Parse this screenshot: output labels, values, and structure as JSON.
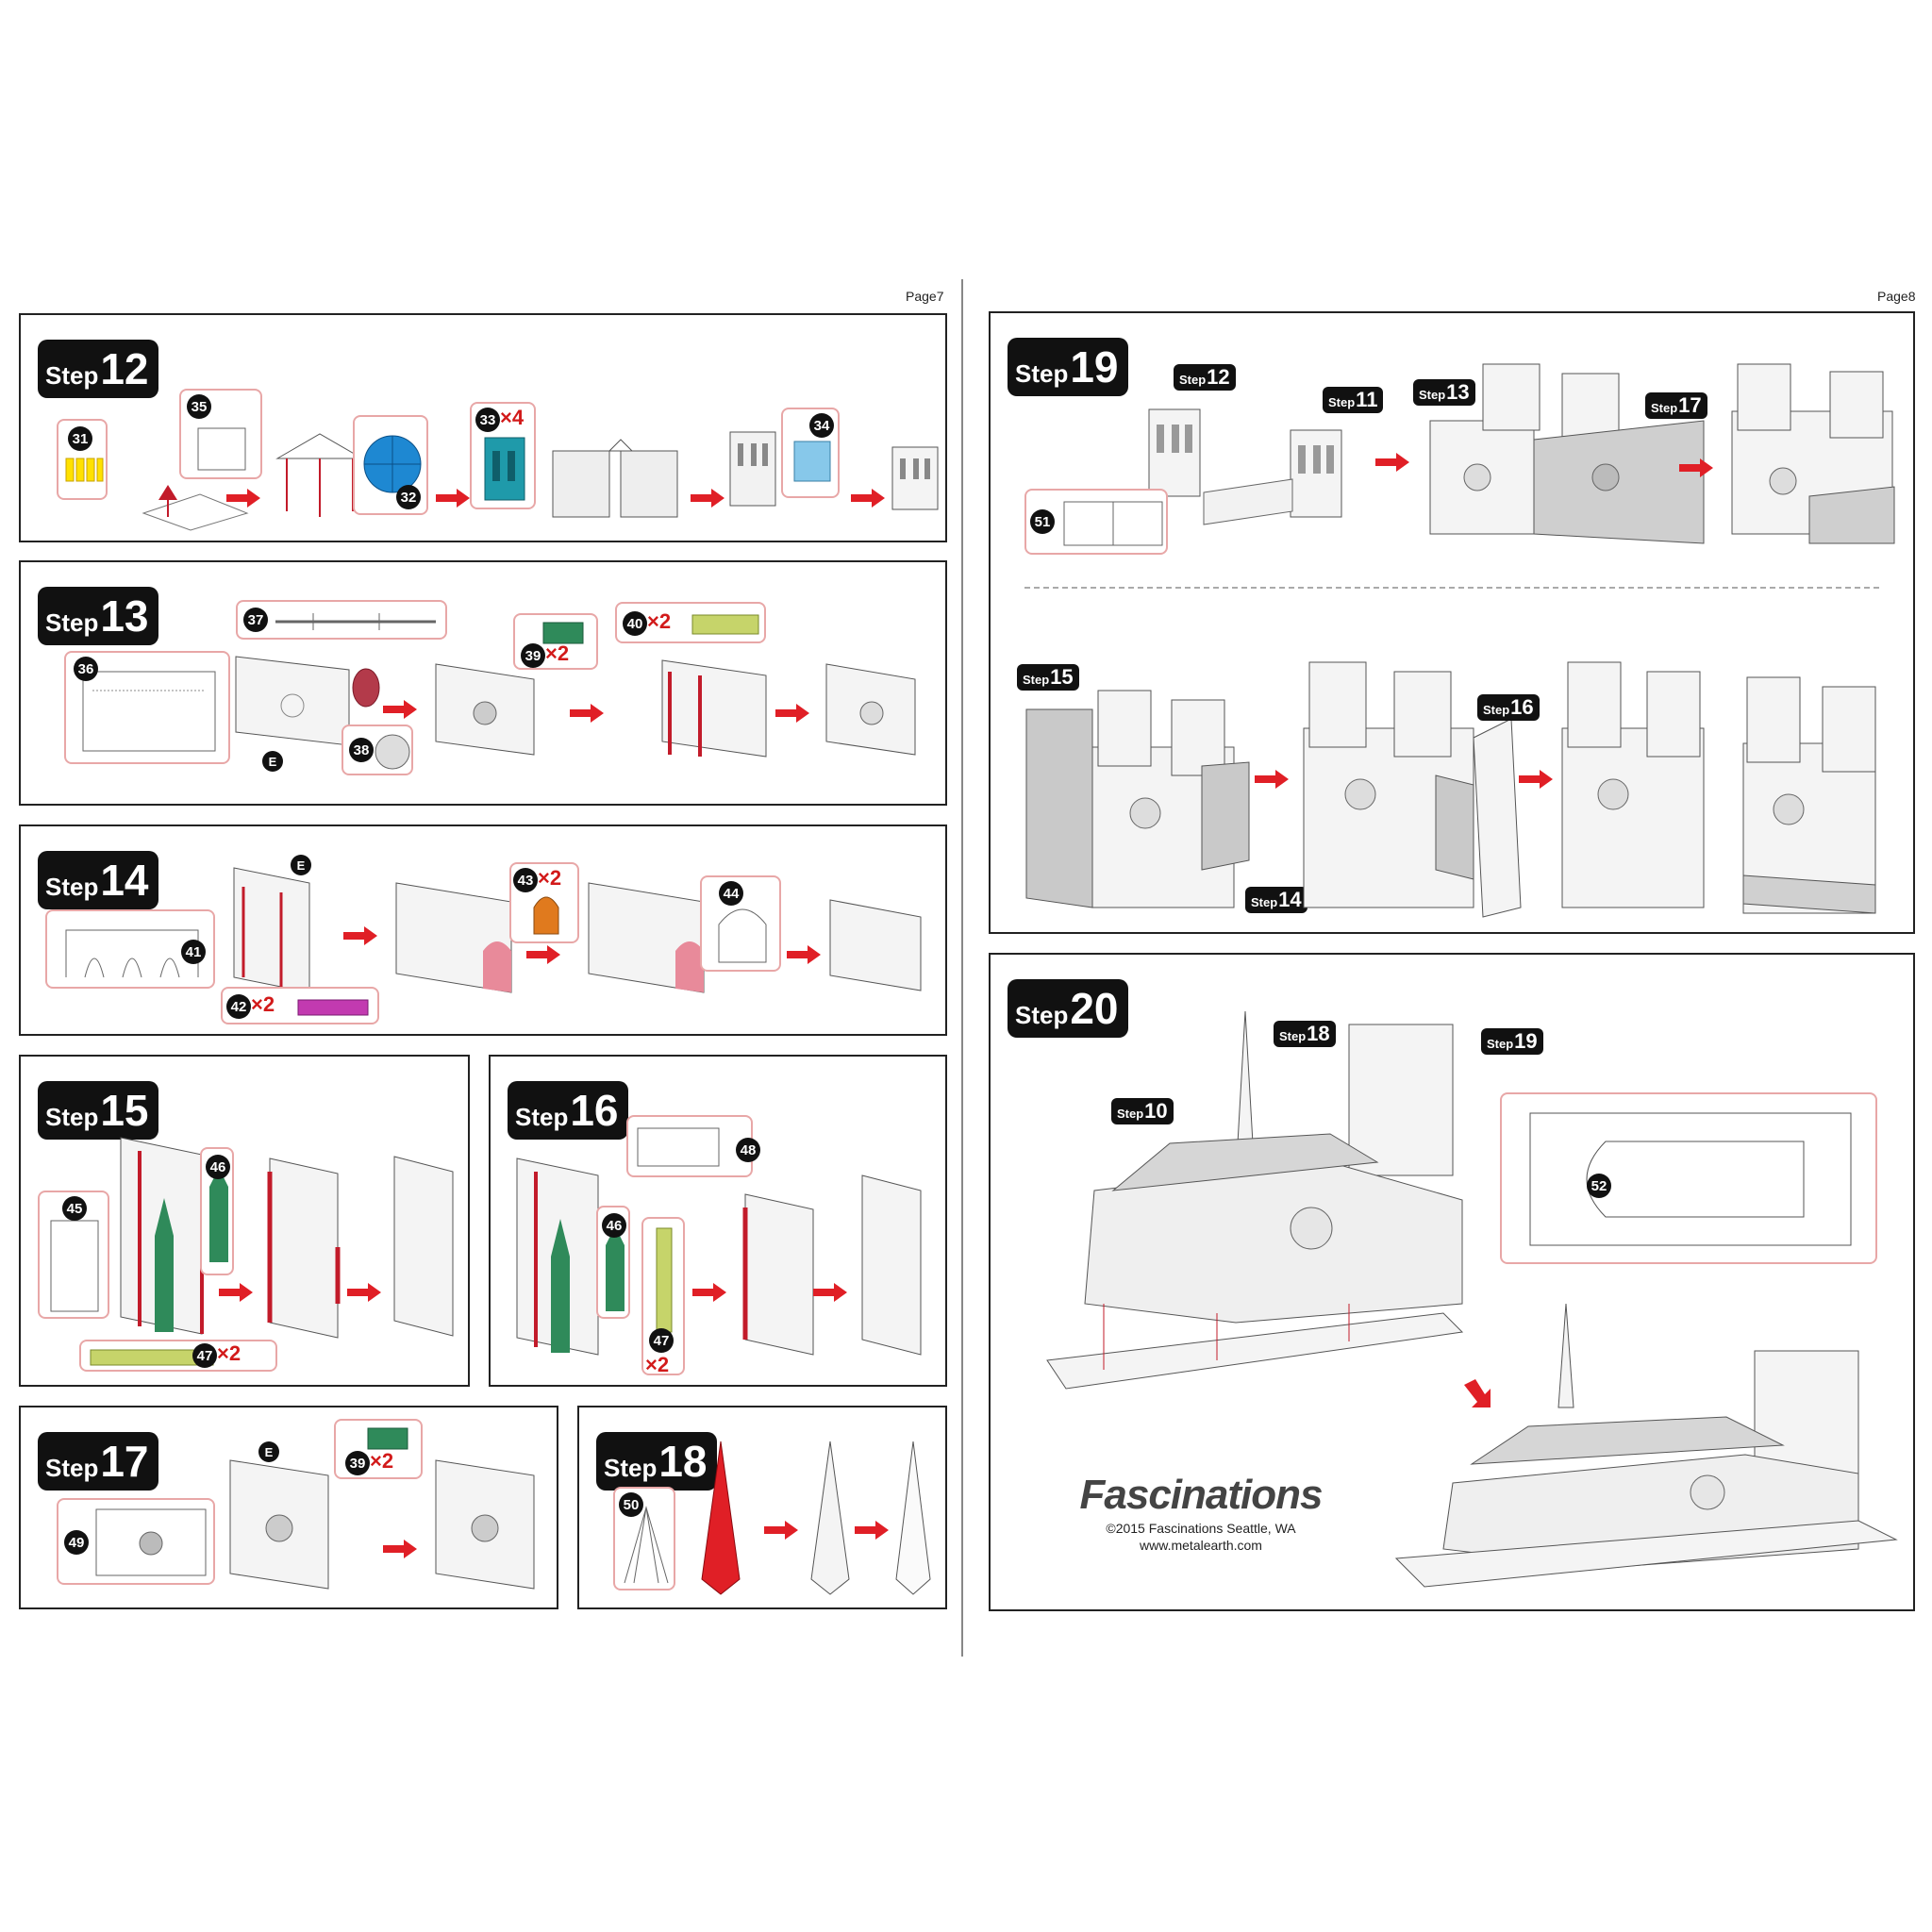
{
  "pages": {
    "left_label": "Page7",
    "right_label": "Page8"
  },
  "step_word": "Step",
  "steps": {
    "s12": {
      "number": "12",
      "parts": [
        "31",
        "35",
        "32",
        "33",
        "34"
      ],
      "quantity": "×4"
    },
    "s13": {
      "number": "13",
      "parts": [
        "36",
        "37",
        "38",
        "39",
        "40"
      ],
      "marker": "E",
      "qty39": "×2",
      "qty40": "×2"
    },
    "s14": {
      "number": "14",
      "parts": [
        "41",
        "42",
        "43",
        "44"
      ],
      "marker": "E",
      "qty42": "×2",
      "qty43": "×2"
    },
    "s15": {
      "number": "15",
      "parts": [
        "45",
        "46",
        "47"
      ],
      "qty47": "×2"
    },
    "s16": {
      "number": "16",
      "parts": [
        "48",
        "46",
        "47"
      ],
      "qty47": "×2"
    },
    "s17": {
      "number": "17",
      "parts": [
        "49",
        "39"
      ],
      "marker": "E",
      "qty39": "×2"
    },
    "s18": {
      "number": "18",
      "parts": [
        "50"
      ]
    },
    "s19": {
      "number": "19",
      "parts": [
        "51"
      ],
      "refs": [
        "12",
        "11",
        "13",
        "17",
        "15",
        "16",
        "14"
      ]
    },
    "s20": {
      "number": "20",
      "parts": [
        "52"
      ],
      "refs": [
        "18",
        "19",
        "10"
      ]
    }
  },
  "brand": {
    "logo": "Fascinations",
    "copyright": "©2015 Fascinations Seattle, WA",
    "url": "www.metalearth.com"
  },
  "colors": {
    "accent_red": "#e01f26",
    "callout_border": "#e8a7a7",
    "teal": "#1f9aaa",
    "blue": "#1e88d2",
    "green": "#2f8a5a",
    "lime": "#c6d46a",
    "orange": "#e07a1e",
    "magenta": "#c23ab0",
    "yellow": "#ffe100"
  }
}
